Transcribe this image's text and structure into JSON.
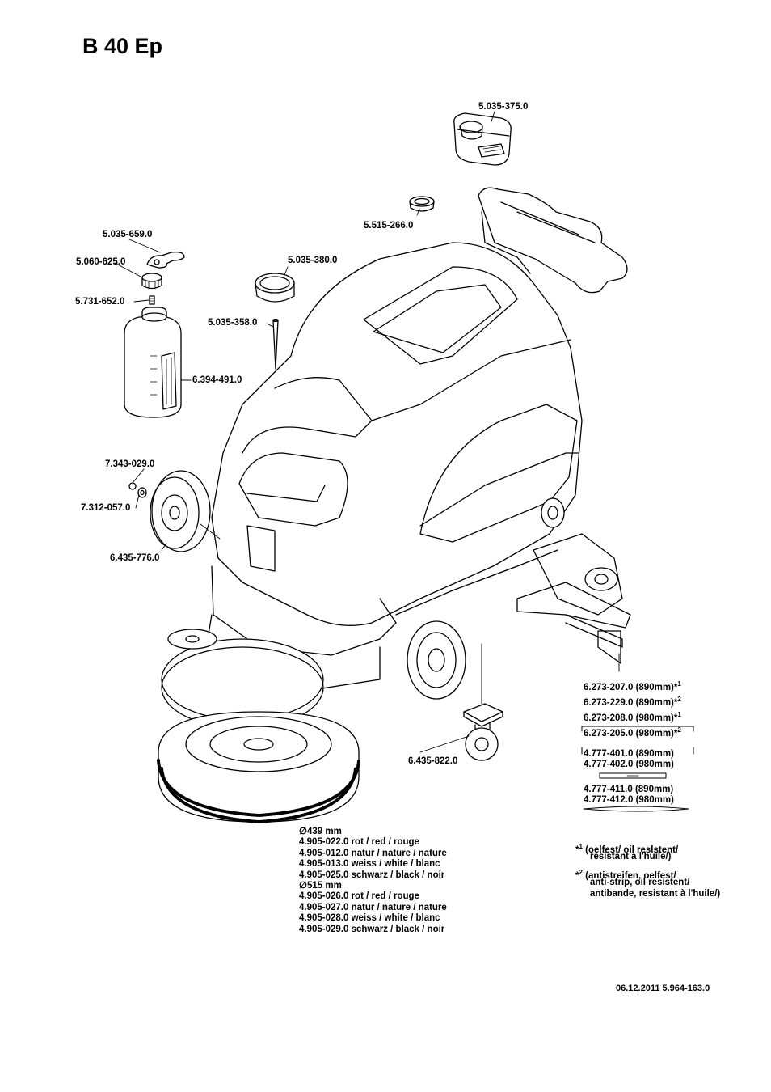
{
  "title": "B 40 Ep",
  "parts": {
    "tank_cover": "5.035-375.0",
    "cap": "5.515-266.0",
    "bottle_top": "5.035-659.0",
    "bottle_closure": "5.060-625.0",
    "bottle_fitting": "5.731-652.0",
    "lid": "5.035-380.0",
    "rod": "5.035-358.0",
    "bottle": "6.394-491.0",
    "ring": "7.343-029.0",
    "washer": "7.312-057.0",
    "wheel": "6.435-776.0",
    "castor": "6.435-822.0"
  },
  "squeegee": [
    {
      "code": "6.273-207.0 (890mm)",
      "mark": "*",
      "note": "1"
    },
    {
      "code": "6.273-229.0 (890mm)",
      "mark": "*",
      "note": "2"
    },
    {
      "code": "6.273-208.0 (980mm)",
      "mark": "*",
      "note": "1"
    },
    {
      "code": "6.273-205.0 (980mm)",
      "mark": "*",
      "note": "2"
    }
  ],
  "blades_a": [
    "4.777-401.0 (890mm)",
    "4.777-402.0 (980mm)"
  ],
  "blades_b": [
    "4.777-411.0 (890mm)",
    "4.777-412.0 (980mm)"
  ],
  "brush": {
    "d1": "∅439 mm",
    "list1": [
      "4.905-022.0 rot / red / rouge",
      "4.905-012.0 natur / nature / nature",
      "4.905-013.0 weiss / white / blanc",
      "4.905-025.0 schwarz / black / noir"
    ],
    "d2": "∅515 mm",
    "list2": [
      "4.905-026.0 rot / red / rouge",
      "4.905-027.0 natur / nature / nature",
      "4.905-028.0 weiss / white / blanc",
      "4.905-029.0 schwarz / black / noir"
    ]
  },
  "notes": {
    "n1_mark": "*",
    "n1_num": "1",
    "n1_lines": [
      "(oelfest/ oil reslstent/",
      "resistant à l'huile/)"
    ],
    "n2_mark": "*",
    "n2_num": "2",
    "n2_lines": [
      "(antistreifen, oelfest/",
      "anti-strip, oil resistent/",
      "antibande, resistant à l'huile/)"
    ]
  },
  "footer": "06.12.2011  5.964-163.0"
}
